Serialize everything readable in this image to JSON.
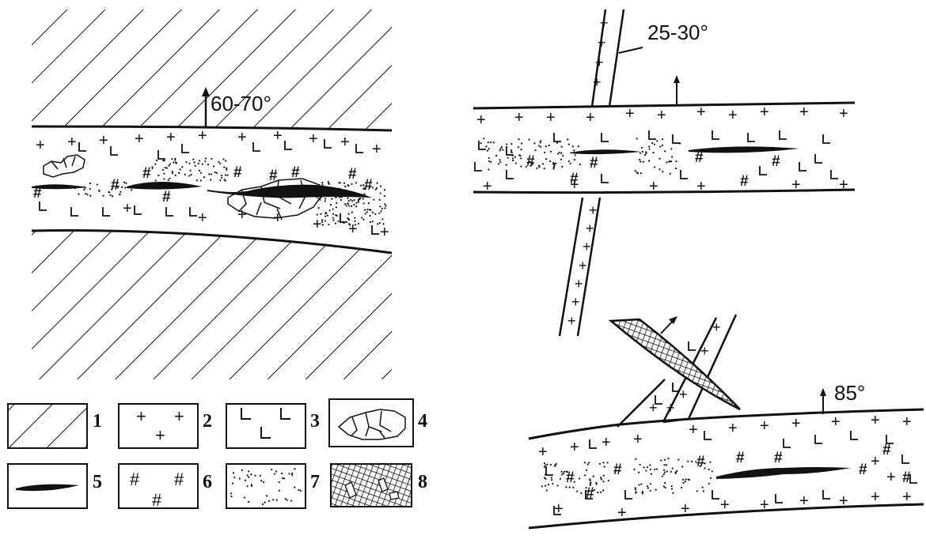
{
  "angles": {
    "left_dip": "60-70°",
    "top_right_dip": "25-30°",
    "bottom_right_dip": "85°"
  },
  "legend": [
    {
      "number": "1"
    },
    {
      "number": "2"
    },
    {
      "number": "3"
    },
    {
      "number": "4"
    },
    {
      "number": "5"
    },
    {
      "number": "6"
    },
    {
      "number": "7"
    },
    {
      "number": "8"
    }
  ],
  "colors": {
    "ink": "#111111",
    "paper": "#ffffff"
  }
}
